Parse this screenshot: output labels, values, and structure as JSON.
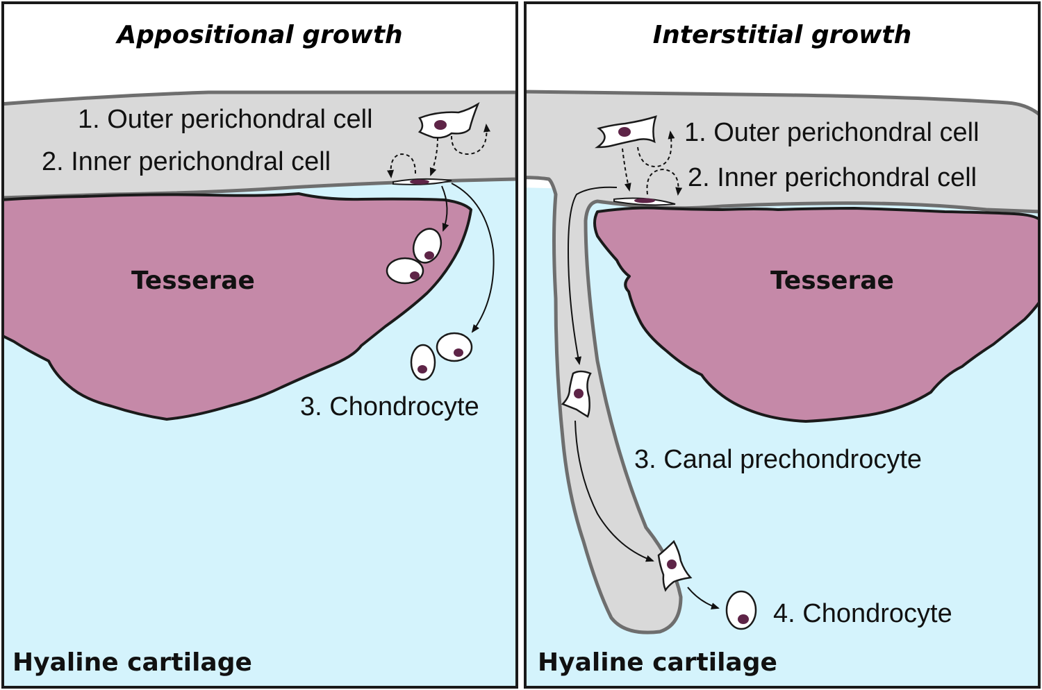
{
  "colors": {
    "perichondrium": "#d9d9d9",
    "tesserae": "#c589a8",
    "hyaline_cartilage": "#d4f3fc",
    "nucleus": "#5e2447",
    "outline": "#1a1a1a"
  },
  "left_panel": {
    "title": "Appositional growth",
    "outer_cell_label": "1. Outer perichondral cell",
    "inner_cell_label": "2. Inner perichondral cell",
    "tesserae_label": "Tesserae",
    "chondrocyte_label": "3. Chondrocyte",
    "cartilage_label": "Hyaline cartilage"
  },
  "right_panel": {
    "title": "Interstitial growth",
    "outer_cell_label": "1. Outer perichondral cell",
    "inner_cell_label": "2. Inner perichondral cell",
    "tesserae_label": "Tesserae",
    "canal_label": "3. Canal prechondrocyte",
    "chondrocyte_label": "4. Chondrocyte",
    "cartilage_label": "Hyaline cartilage"
  }
}
